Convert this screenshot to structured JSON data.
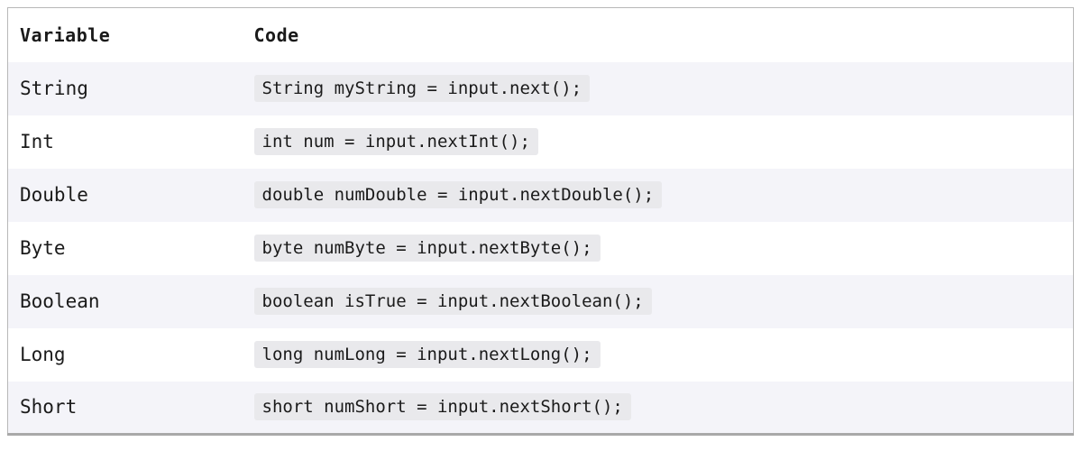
{
  "table": {
    "headers": [
      {
        "label": "Variable"
      },
      {
        "label": "Code"
      }
    ],
    "rows": [
      {
        "variable": "String",
        "code": "String myString = input.next();"
      },
      {
        "variable": "Int",
        "code": "int num = input.nextInt();"
      },
      {
        "variable": "Double",
        "code": "double numDouble = input.nextDouble();"
      },
      {
        "variable": "Byte",
        "code": "byte numByte = input.nextByte();"
      },
      {
        "variable": "Boolean",
        "code": "boolean isTrue = input.nextBoolean();"
      },
      {
        "variable": "Long",
        "code": "long numLong = input.nextLong();"
      },
      {
        "variable": "Short",
        "code": "short numShort = input.nextShort();"
      }
    ],
    "colors": {
      "row_stripe": "#f4f4f9",
      "row_plain": "#ffffff",
      "code_chip_bg": "#e9e9ec",
      "border": "#b8b8b8",
      "border_bottom": "#a9a9a9",
      "text": "#1a1a1a",
      "page_bg": "#ffffff"
    }
  }
}
